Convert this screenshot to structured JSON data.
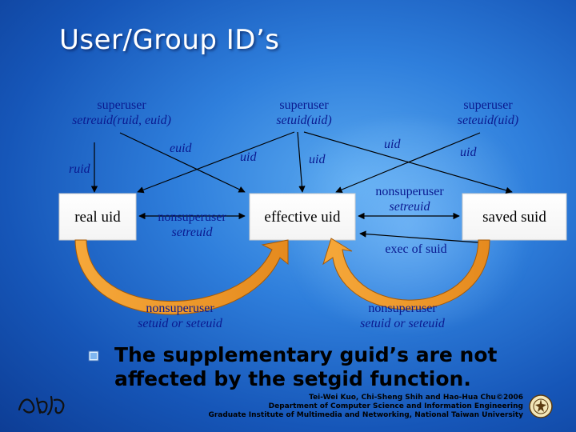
{
  "title": "User/Group ID’s",
  "diagram": {
    "top_labels": [
      {
        "line1": "superuser",
        "line2": "setreuid(ruid, euid)"
      },
      {
        "line1": "superuser",
        "line2": "setuid(uid)"
      },
      {
        "line1": "superuser",
        "line2": "seteuid(uid)"
      }
    ],
    "arrow_labels": {
      "ruid": "ruid",
      "euid": "euid",
      "uid_left": "uid",
      "uid_mid": "uid",
      "uid_right_upper": "uid",
      "uid_right": "uid"
    },
    "boxes": {
      "real_uid": "real uid",
      "effective_uid": "effective uid",
      "saved_suid": "saved suid"
    },
    "middle_labels": {
      "nonsuper_left": {
        "line1": "nonsuperuser",
        "line2": "setreuid"
      },
      "nonsuper_right": {
        "line1": "nonsuperuser",
        "line2": "setreuid"
      },
      "exec": "exec of suid"
    },
    "bottom_labels": [
      {
        "line1": "nonsuperuser",
        "line2": "setuid or seteuid"
      },
      {
        "line1": "nonsuperuser",
        "line2": "setuid or seteuid"
      }
    ]
  },
  "bullet": {
    "icon": "bullet-icon",
    "text": "The supplementary guid’s are not affected by the setgid function."
  },
  "credits": {
    "line1": "Tei-Wei Kuo, Chi-Sheng Shih and Hao-Hua Chu©2006",
    "line2": "Department of Computer Science and Information Engineering",
    "line3": "Graduate Institute of Multimedia and Networking, National Taiwan University"
  },
  "colors": {
    "box_fill": "#ffd98a",
    "arrow_orange": "#f0a030",
    "arrow_dark": "#a55a08",
    "text_blue": "#0a1a90"
  }
}
